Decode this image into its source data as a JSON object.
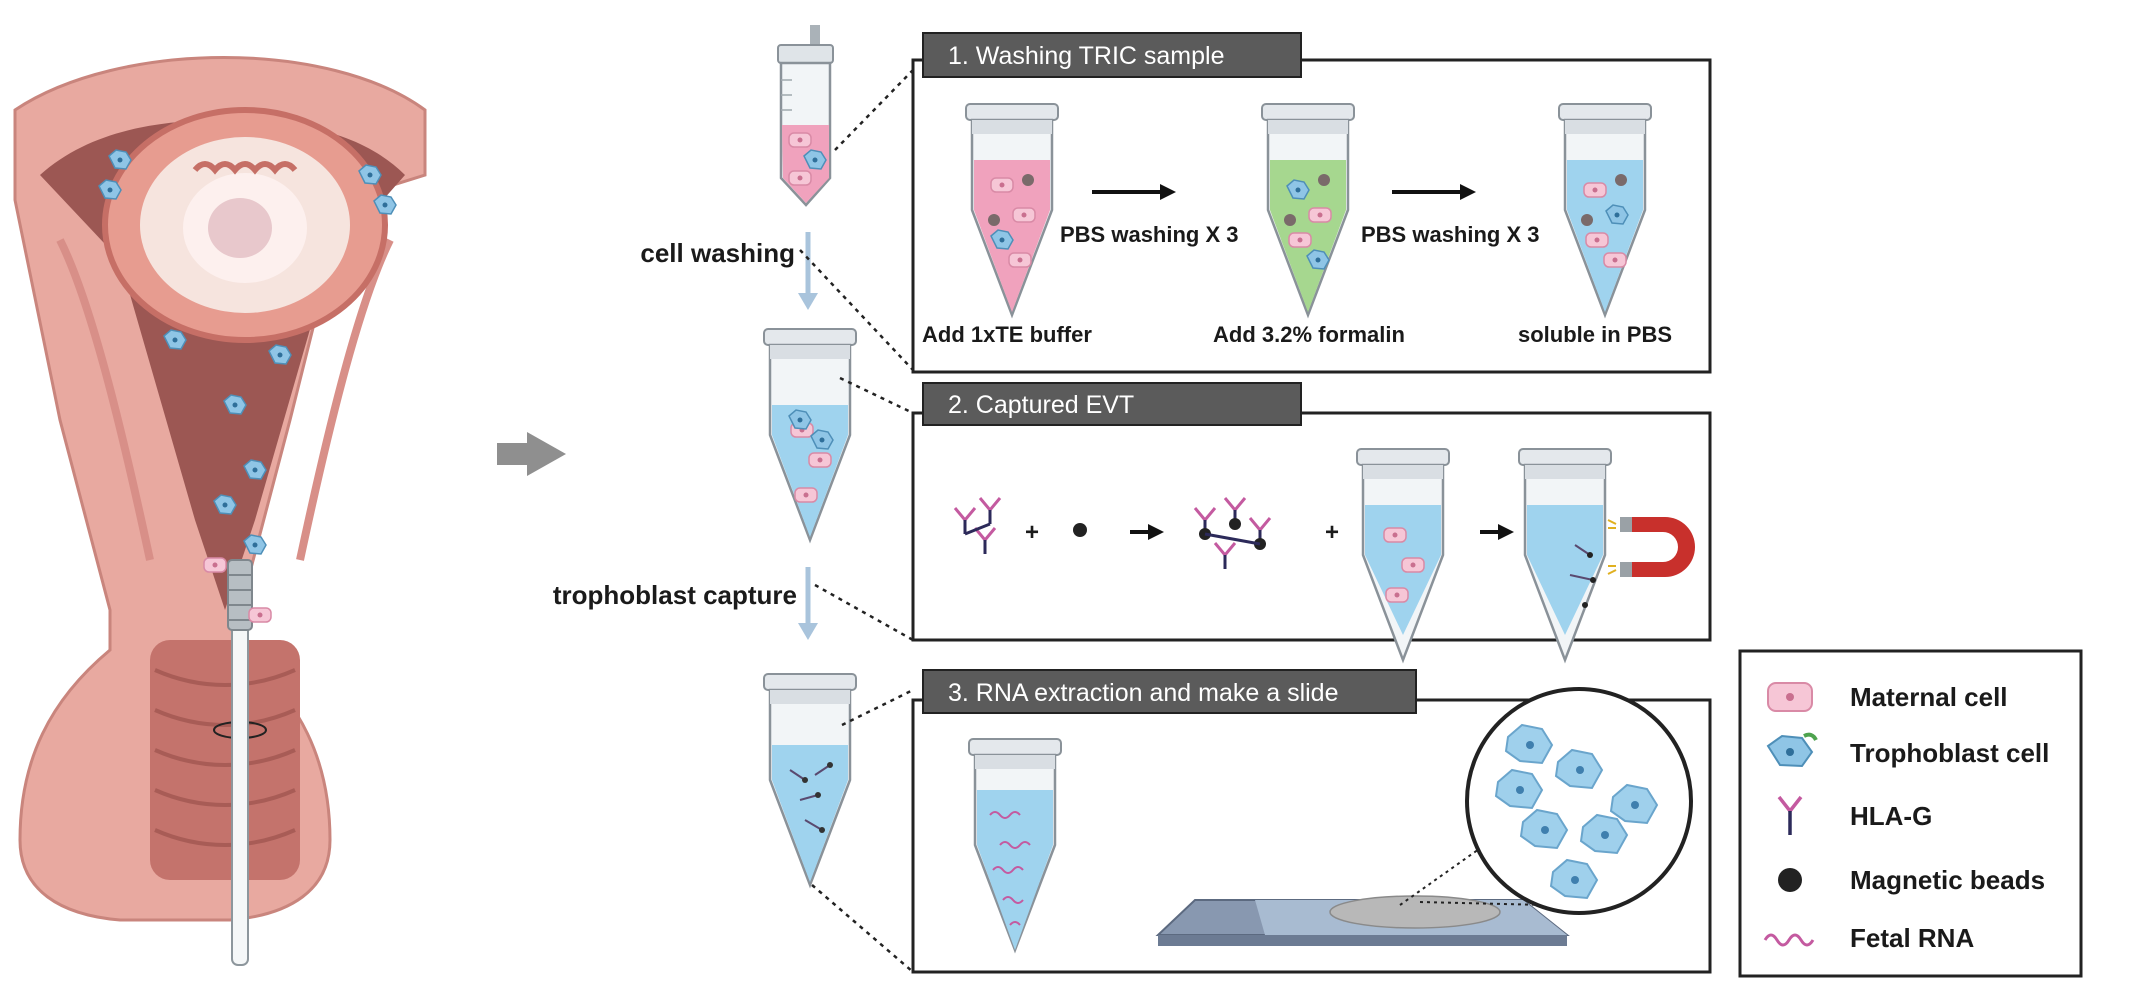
{
  "left_labels": {
    "cell_washing": "cell washing",
    "trophoblast_capture": "trophoblast capture"
  },
  "panels": [
    {
      "header": "1. Washing TRIC sample",
      "steps": [
        {
          "label": "Add 1xTE buffer"
        },
        {
          "label": "Add 3.2% formalin"
        },
        {
          "label": "soluble in PBS"
        }
      ],
      "arrows": [
        "PBS washing X 3",
        "PBS washing X 3"
      ]
    },
    {
      "header": "2. Captured EVT"
    },
    {
      "header": "3. RNA extraction and make a slide"
    }
  ],
  "legend": {
    "items": [
      {
        "label": "Maternal cell",
        "icon": "maternal-cell-icon"
      },
      {
        "label": "Trophoblast cell",
        "icon": "trophoblast-cell-icon"
      },
      {
        "label": "HLA-G",
        "icon": "hla-g-icon"
      },
      {
        "label": "Magnetic beads",
        "icon": "magnetic-bead-icon"
      },
      {
        "label": "Fetal RNA",
        "icon": "fetal-rna-icon"
      }
    ]
  },
  "colors": {
    "tissue": "#e9a9a0",
    "tissue_dark": "#b86a63",
    "cavity": "#9c5753",
    "header_bg": "#5b5b5b",
    "pink_liquid": "#f0a2bd",
    "green_liquid": "#a6d78f",
    "blue_liquid": "#9fd3ee",
    "arrow_gray": "#8f8f8f",
    "arrow_blue": "#a9c4dc"
  }
}
